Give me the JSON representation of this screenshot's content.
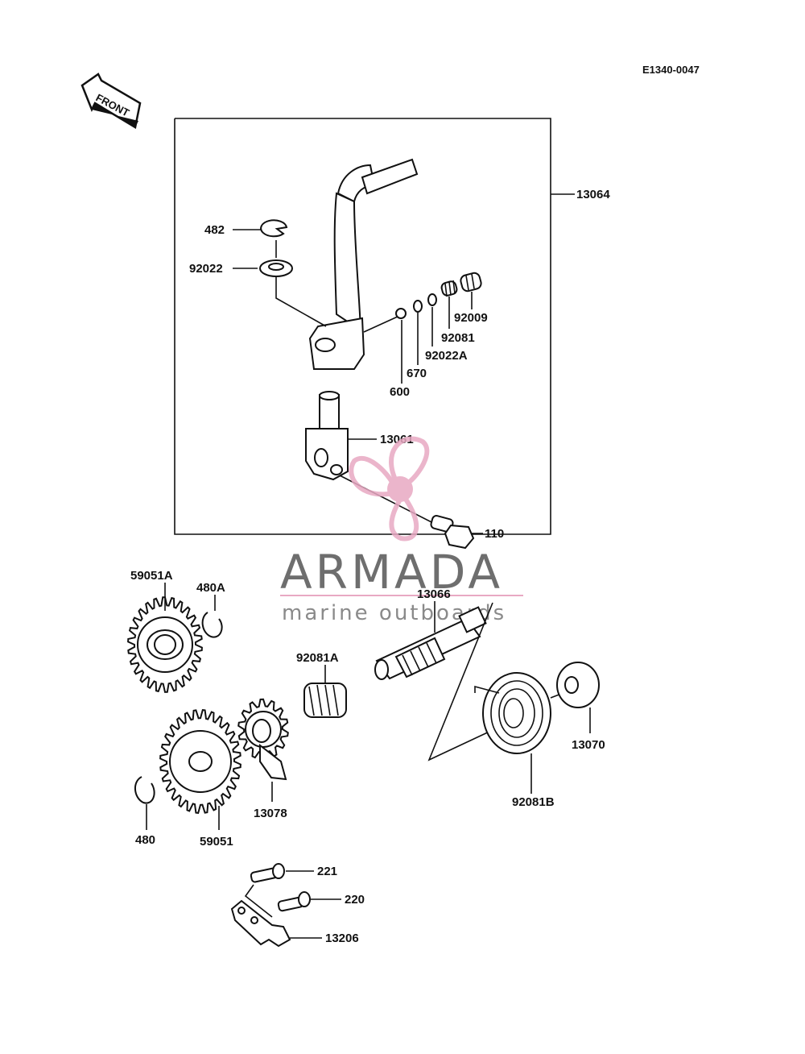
{
  "diagram_code": "E1340-0047",
  "front_label": "FRONT",
  "labels": {
    "p13064": "13064",
    "p482": "482",
    "p92022": "92022",
    "p92009": "92009",
    "p92081": "92081",
    "p92022A": "92022A",
    "p670": "670",
    "p600": "600",
    "p13061": "13061",
    "p110": "110",
    "p59051A": "59051A",
    "p480A": "480A",
    "p13066": "13066",
    "p92081A": "92081A",
    "p13070": "13070",
    "p92081B": "92081B",
    "p13078": "13078",
    "p480": "480",
    "p59051": "59051",
    "p221": "221",
    "p220": "220",
    "p13206": "13206"
  },
  "watermark": {
    "brand": "ARMADA",
    "tagline": "marine outboards",
    "colors": {
      "pink": "#e8a9c3",
      "gray": "#6e6e6e"
    }
  }
}
